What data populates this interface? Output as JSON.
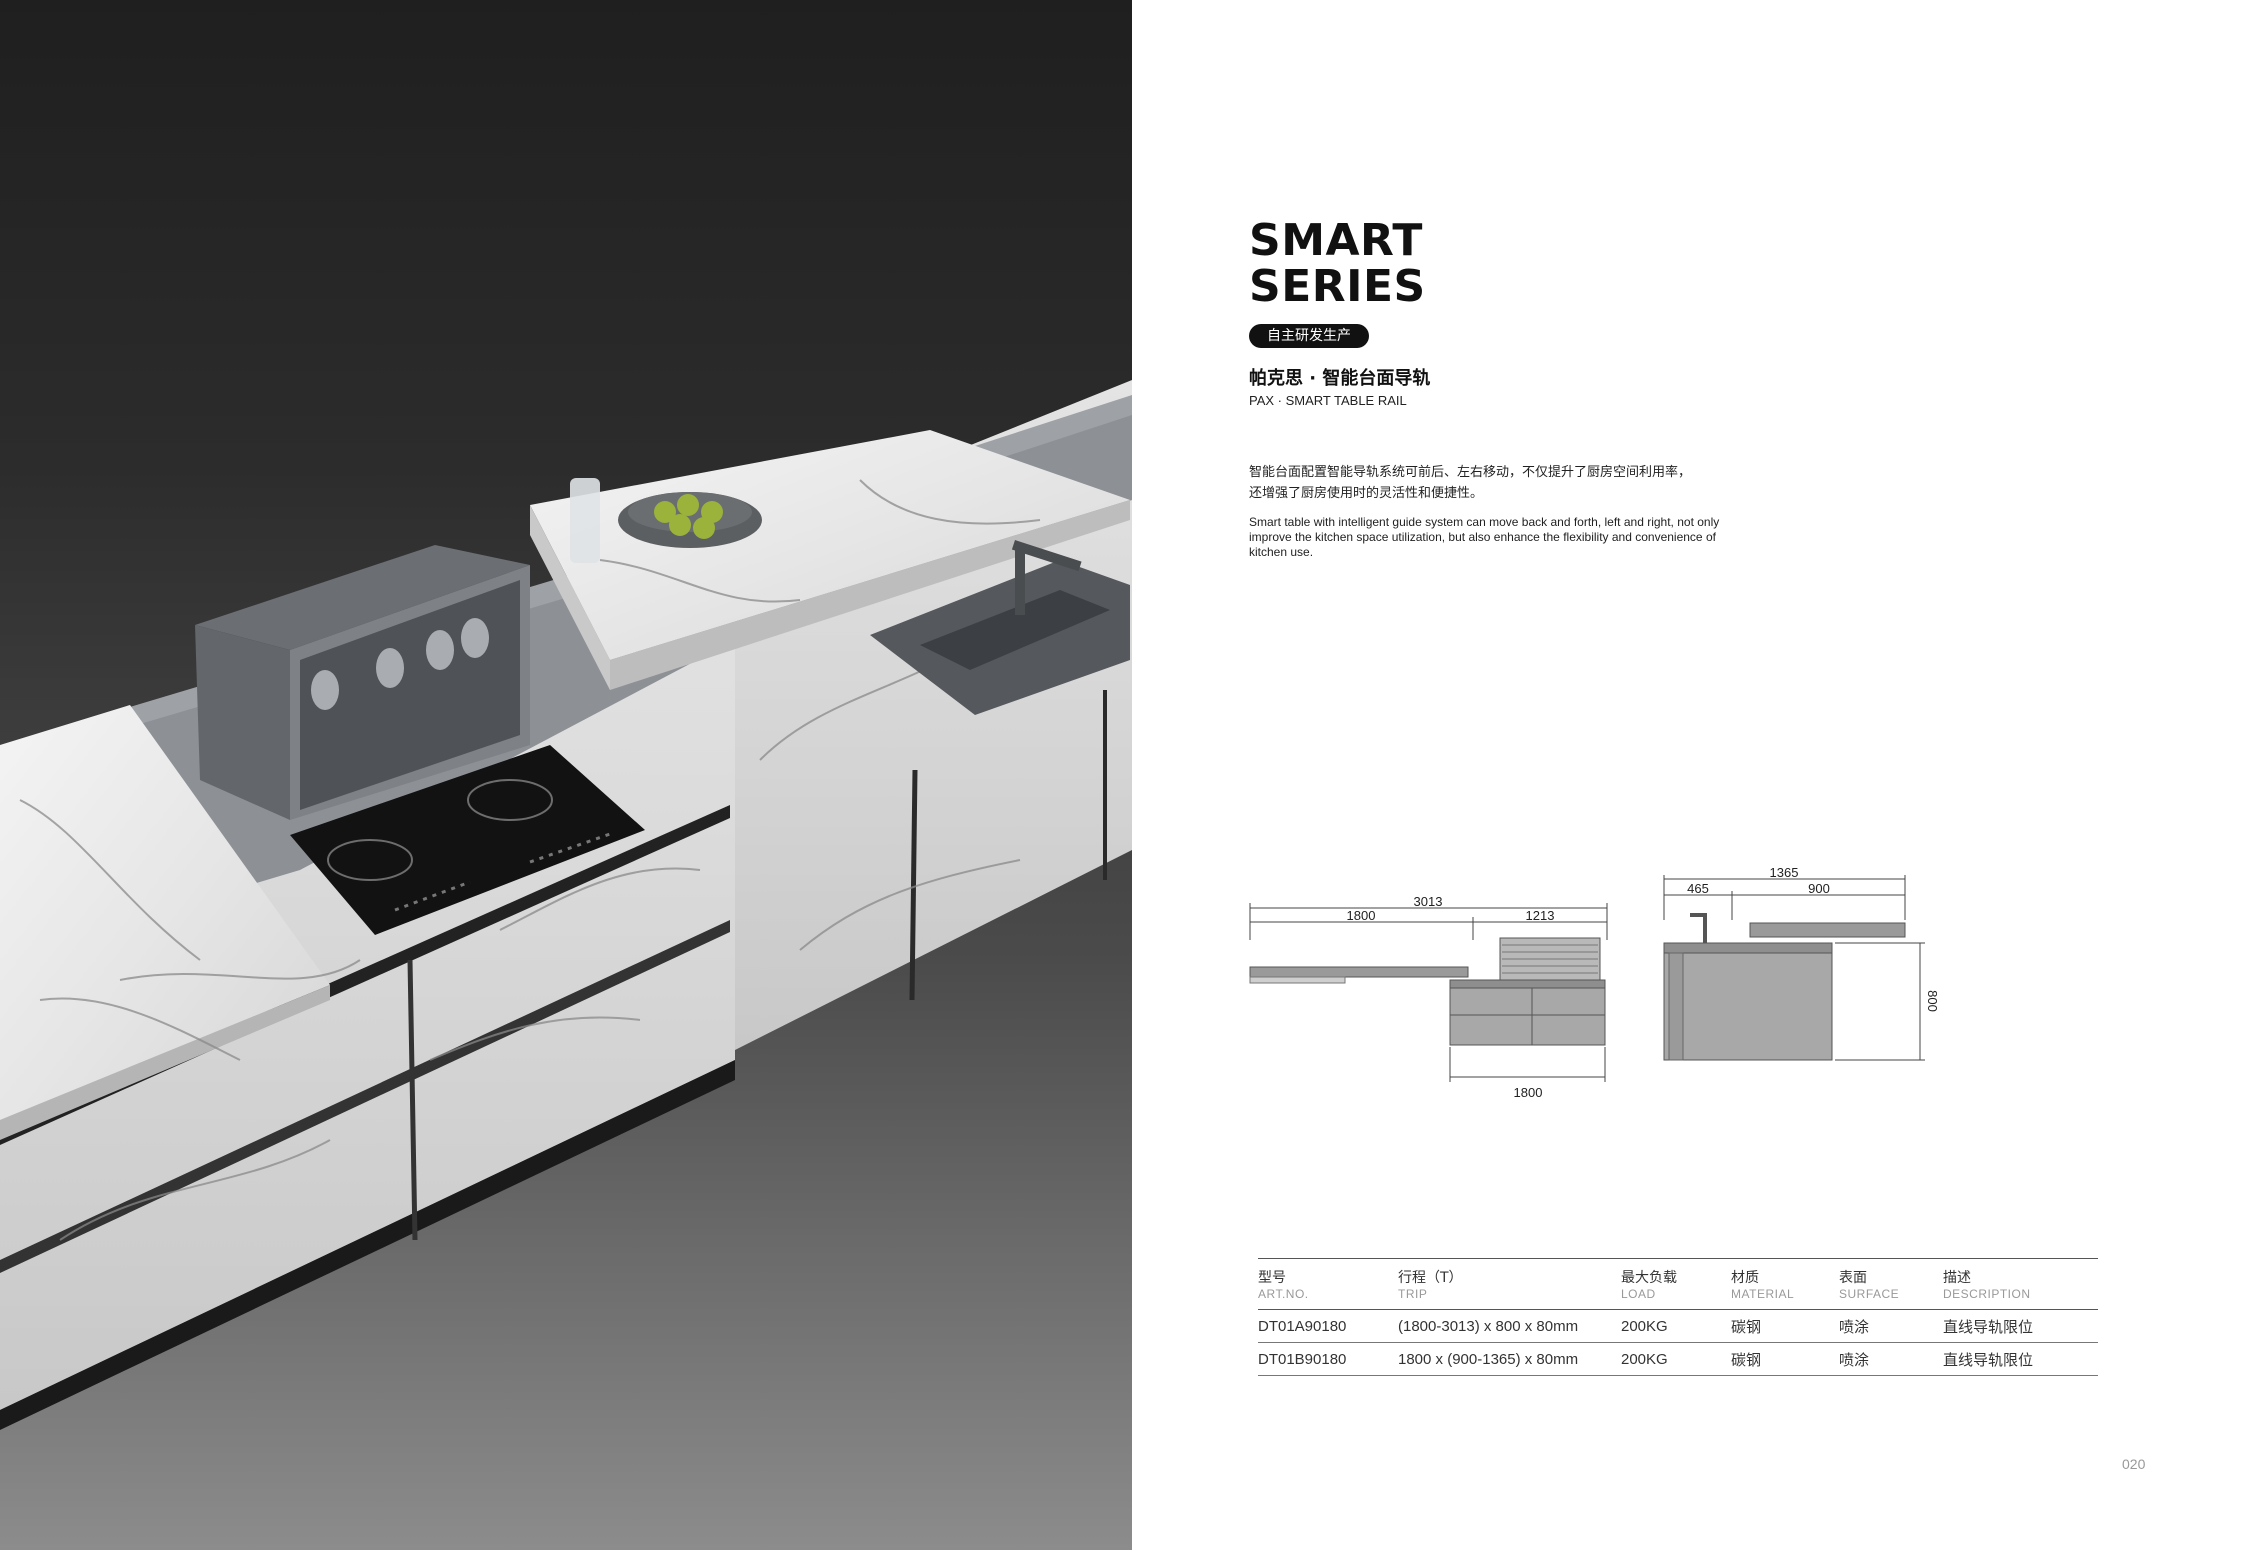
{
  "heading": {
    "line1": "SMART",
    "line2": "SERIES"
  },
  "badge": "自主研发生产",
  "product": {
    "title_cn": "帕克思 · 智能台面导轨",
    "title_en": "PAX · SMART TABLE RAIL"
  },
  "description": {
    "cn_line1": "智能台面配置智能导轨系统可前后、左右移动，不仅提升了厨房空间利用率，",
    "cn_line2": "还增强了厨房使用时的灵活性和便捷性。",
    "en": "Smart table with intelligent guide system can move back and forth, left and right, not only improve the kitchen space utilization, but also enhance the flexibility and convenience of kitchen use."
  },
  "drawing": {
    "front": {
      "total": "3013",
      "left": "1800",
      "right": "1213",
      "base": "1800"
    },
    "side": {
      "total": "1365",
      "left": "465",
      "right": "900",
      "height": "800"
    }
  },
  "table": {
    "headers": [
      {
        "cn": "型号",
        "en": "ART.NO."
      },
      {
        "cn": "行程（T）",
        "en": "TRIP"
      },
      {
        "cn": "最大负载",
        "en": "LOAD"
      },
      {
        "cn": "材质",
        "en": "MATERIAL"
      },
      {
        "cn": "表面",
        "en": "SURFACE"
      },
      {
        "cn": "描述",
        "en": "DESCRIPTION"
      }
    ],
    "rows": [
      [
        "DT01A90180",
        "(1800-3013) x 800 x 80mm",
        "200KG",
        "碳钢",
        "喷涂",
        "直线导轨限位"
      ],
      [
        "DT01B90180",
        "1800 x (900-1365) x 80mm",
        "200KG",
        "碳钢",
        "喷涂",
        "直线导轨限位"
      ]
    ]
  },
  "page_number": "020",
  "colors": {
    "accent": "#111111",
    "panel_dark": "#1f1f1f",
    "marble": "#eeeeee"
  }
}
